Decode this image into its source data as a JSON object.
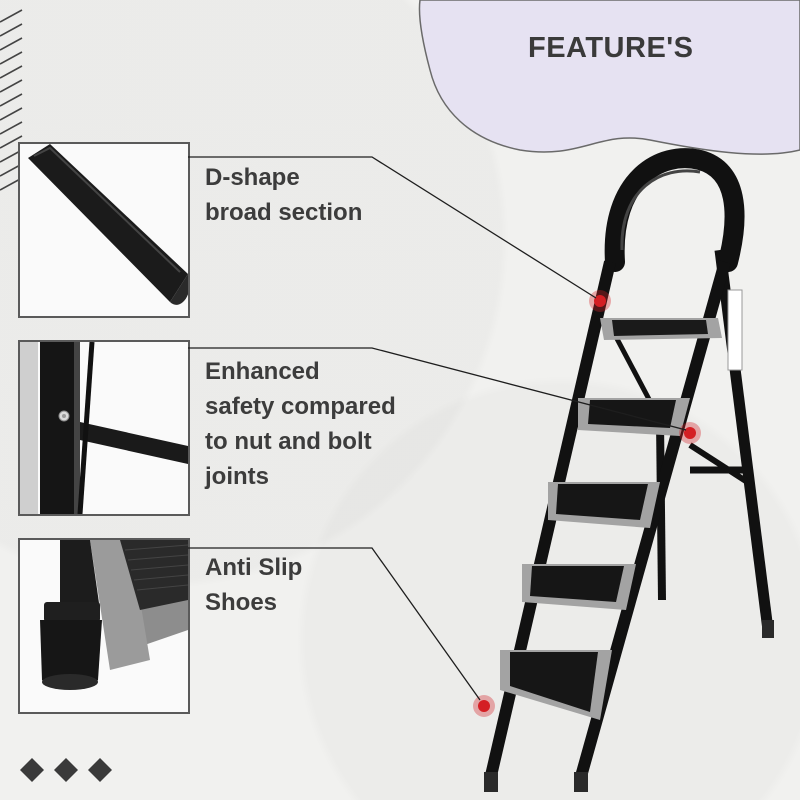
{
  "title": "FEATURE'S",
  "colors": {
    "background": "#f1f1ef",
    "blob": "#e6e2f2",
    "text": "#3c3c3c",
    "marker": "#d41f24",
    "ladder_frame": "#111111",
    "step_trim": "#9a9a9a"
  },
  "features": [
    {
      "lines": [
        "D-shape",
        "broad section"
      ],
      "image": "d-shape-rail-closeup"
    },
    {
      "lines": [
        "Enhanced",
        "safety compared",
        "to nut and bolt",
        "joints"
      ],
      "image": "riveted-joint-closeup"
    },
    {
      "lines": [
        "Anti Slip",
        "Shoes"
      ],
      "image": "rubber-foot-closeup"
    }
  ],
  "decor": {
    "diamond_icons": [
      "diamond-icon",
      "diamond-icon",
      "diamond-icon"
    ]
  }
}
